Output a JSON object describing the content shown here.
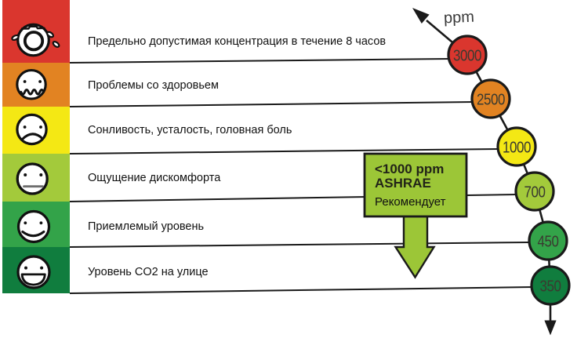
{
  "axis": {
    "unit_label": "ppm"
  },
  "rows": [
    {
      "label": "Предельно допустимая концентрация в течение 8 часов",
      "mood": "exhausted-sweating-face",
      "color": "#DA362E",
      "ppm": "3000"
    },
    {
      "label": "Проблемы со здоровьем",
      "mood": "sick-wavy-mouth-face",
      "color": "#E28322",
      "ppm": "2500"
    },
    {
      "label": "Сонливость, усталость, головная боль",
      "mood": "sad-face",
      "color": "#F4E814",
      "ppm": "1000"
    },
    {
      "label": "Ощущение дискомфорта",
      "mood": "neutral-face",
      "color": "#A3CA3B",
      "ppm": "700"
    },
    {
      "label": "Приемлемый уровень",
      "mood": "smiling-face",
      "color": "#33A349",
      "ppm": "450"
    },
    {
      "label": "Уровень CO2 на улице",
      "mood": "laughing-face",
      "color": "#107D3E",
      "ppm": "350"
    }
  ],
  "callout": {
    "line1": "<1000 ppm",
    "line2": "ASHRAE",
    "line3": "Рекомендует",
    "color": "#9CC637"
  },
  "colors": {
    "ink": "#1a1a1a",
    "face_stroke": "#111111",
    "value_text": "#3a3a30"
  }
}
